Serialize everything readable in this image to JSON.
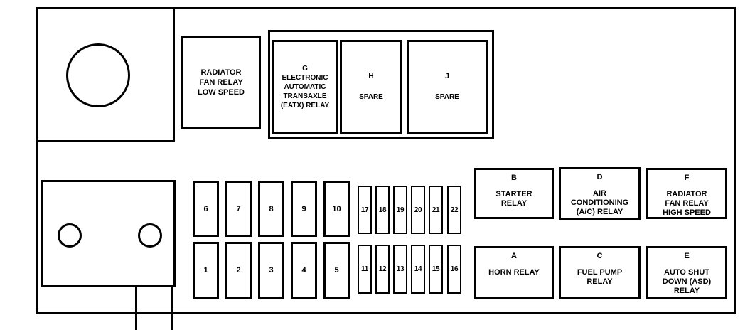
{
  "modules": {
    "radiator_fan_low": "RADIATOR\nFAN RELAY\nLOW SPEED"
  },
  "relay_group": [
    {
      "code": "G",
      "name": "ELECTRONIC\nAUTOMATIC\nTRANSAXLE\n(EATX) RELAY"
    },
    {
      "code": "H",
      "name": "SPARE"
    },
    {
      "code": "J",
      "name": "SPARE"
    }
  ],
  "fuses": {
    "medium_top": [
      "6",
      "7",
      "8",
      "9",
      "10"
    ],
    "medium_bottom": [
      "1",
      "2",
      "3",
      "4",
      "5"
    ],
    "small_top": [
      "17",
      "18",
      "19",
      "20",
      "21",
      "22"
    ],
    "small_bottom": [
      "11",
      "12",
      "13",
      "14",
      "15",
      "16"
    ]
  },
  "relays": {
    "top": [
      {
        "code": "B",
        "name": "STARTER\nRELAY"
      },
      {
        "code": "D",
        "name": "AIR\nCONDITIONING\n(A/C) RELAY"
      },
      {
        "code": "F",
        "name": "RADIATOR\nFAN RELAY\nHIGH SPEED"
      }
    ],
    "bottom": [
      {
        "code": "A",
        "name": "HORN RELAY"
      },
      {
        "code": "C",
        "name": "FUEL PUMP\nRELAY"
      },
      {
        "code": "E",
        "name": "AUTO SHUT\nDOWN (ASD)\nRELAY"
      }
    ]
  },
  "colors": {
    "line": "#000000",
    "background": "#ffffff"
  }
}
